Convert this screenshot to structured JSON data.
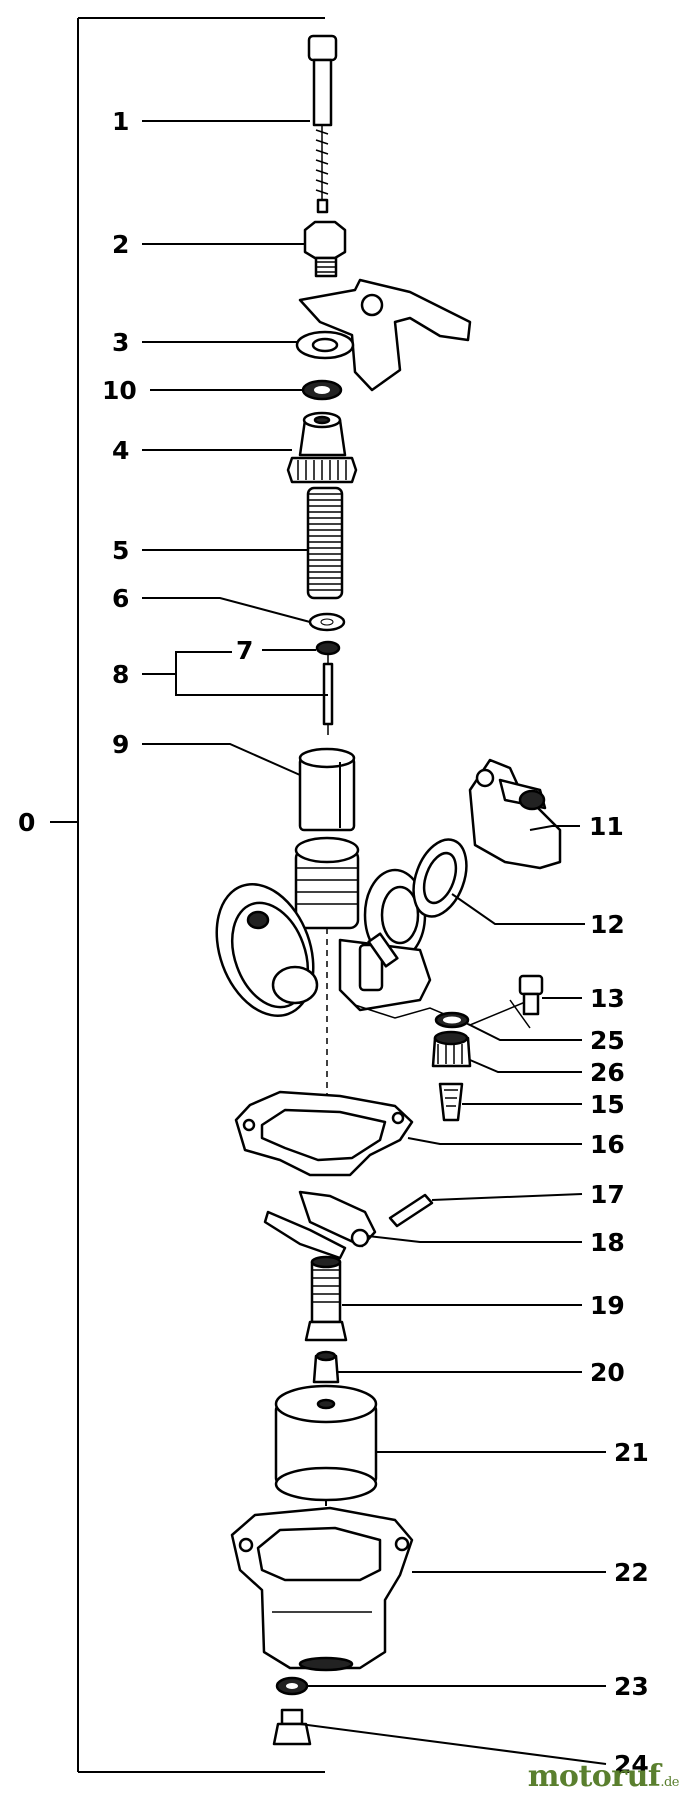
{
  "diagram": {
    "assembly_label": "0",
    "parts": [
      {
        "id": "p1",
        "label": "1"
      },
      {
        "id": "p2",
        "label": "2"
      },
      {
        "id": "p3",
        "label": "3"
      },
      {
        "id": "p10",
        "label": "10"
      },
      {
        "id": "p4",
        "label": "4"
      },
      {
        "id": "p5",
        "label": "5"
      },
      {
        "id": "p6",
        "label": "6"
      },
      {
        "id": "p7",
        "label": "7"
      },
      {
        "id": "p8",
        "label": "8"
      },
      {
        "id": "p9",
        "label": "9"
      },
      {
        "id": "p11",
        "label": "11"
      },
      {
        "id": "p12",
        "label": "12"
      },
      {
        "id": "p13",
        "label": "13"
      },
      {
        "id": "p25",
        "label": "25"
      },
      {
        "id": "p26",
        "label": "26"
      },
      {
        "id": "p15",
        "label": "15"
      },
      {
        "id": "p16",
        "label": "16"
      },
      {
        "id": "p17",
        "label": "17"
      },
      {
        "id": "p18",
        "label": "18"
      },
      {
        "id": "p19",
        "label": "19"
      },
      {
        "id": "p20",
        "label": "20"
      },
      {
        "id": "p21",
        "label": "21"
      },
      {
        "id": "p22",
        "label": "22"
      },
      {
        "id": "p23",
        "label": "23"
      },
      {
        "id": "p24",
        "label": "24"
      }
    ]
  },
  "watermark": {
    "brand": "motoruf",
    "suffix": ".de"
  }
}
